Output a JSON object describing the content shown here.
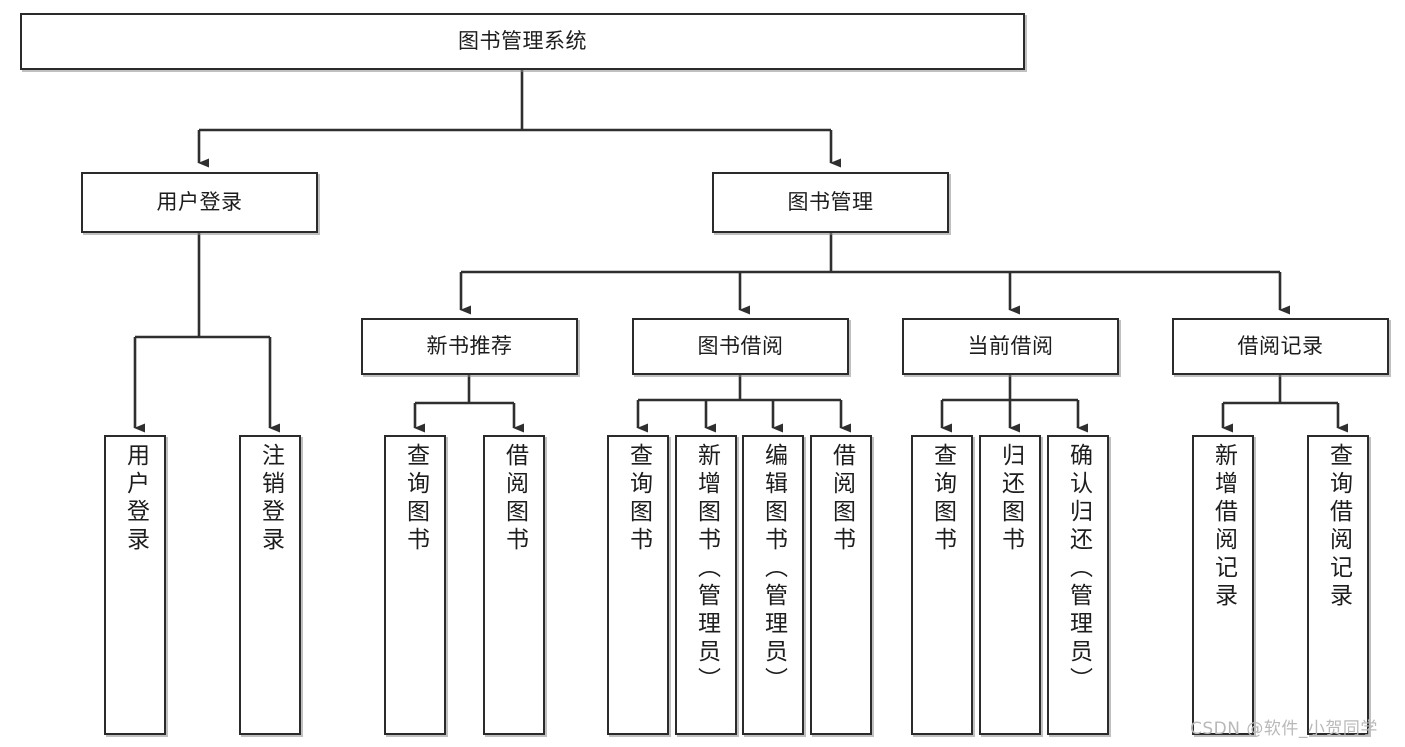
{
  "diagram": {
    "title": "图书管理系统",
    "type": "tree-hierarchy-flowchart",
    "colors": {
      "node_border": "#2b2b2b",
      "node_fill": "#ffffff",
      "edge": "#333333",
      "watermark": "#b9b9b9",
      "canvas": "#ffffff"
    },
    "nodes": {
      "root": {
        "label": "图书管理系统",
        "level": 1,
        "orientation": "horizontal"
      },
      "user_login": {
        "label": "用户登录",
        "level": 2,
        "orientation": "horizontal"
      },
      "book_manage": {
        "label": "图书管理",
        "level": 2,
        "orientation": "horizontal"
      },
      "new_book_rec": {
        "label": "新书推荐",
        "level": 3,
        "orientation": "horizontal"
      },
      "book_borrow": {
        "label": "图书借阅",
        "level": 3,
        "orientation": "horizontal"
      },
      "current_borrow": {
        "label": "当前借阅",
        "level": 3,
        "orientation": "horizontal"
      },
      "borrow_record": {
        "label": "借阅记录",
        "level": 3,
        "orientation": "horizontal"
      },
      "leaf_user_login": {
        "label": "用户登录",
        "level": 4,
        "orientation": "vertical"
      },
      "leaf_logout": {
        "label": "注销登录",
        "level": 4,
        "orientation": "vertical"
      },
      "leaf_query_book_1": {
        "label": "查询图书",
        "level": 4,
        "orientation": "vertical"
      },
      "leaf_borrow_book_1": {
        "label": "借阅图书",
        "level": 4,
        "orientation": "vertical"
      },
      "leaf_query_book_2": {
        "label": "查询图书",
        "level": 4,
        "orientation": "vertical"
      },
      "leaf_add_book": {
        "label": "新增图书（管理员）",
        "level": 4,
        "orientation": "vertical"
      },
      "leaf_edit_book": {
        "label": "编辑图书（管理员）",
        "level": 4,
        "orientation": "vertical"
      },
      "leaf_borrow_book_2": {
        "label": "借阅图书",
        "level": 4,
        "orientation": "vertical"
      },
      "leaf_query_book_3": {
        "label": "查询图书",
        "level": 4,
        "orientation": "vertical"
      },
      "leaf_return_book": {
        "label": "归还图书",
        "level": 4,
        "orientation": "vertical"
      },
      "leaf_confirm_return": {
        "label": "确认归还（管理员）",
        "level": 4,
        "orientation": "vertical"
      },
      "leaf_add_record": {
        "label": "新增借阅记录",
        "level": 4,
        "orientation": "vertical"
      },
      "leaf_query_record": {
        "label": "查询借阅记录",
        "level": 4,
        "orientation": "vertical"
      }
    },
    "edges": [
      {
        "from": "root",
        "to": "user_login"
      },
      {
        "from": "root",
        "to": "book_manage"
      },
      {
        "from": "user_login",
        "to": "leaf_user_login"
      },
      {
        "from": "user_login",
        "to": "leaf_logout"
      },
      {
        "from": "book_manage",
        "to": "new_book_rec"
      },
      {
        "from": "book_manage",
        "to": "book_borrow"
      },
      {
        "from": "book_manage",
        "to": "current_borrow"
      },
      {
        "from": "book_manage",
        "to": "borrow_record"
      },
      {
        "from": "new_book_rec",
        "to": "leaf_query_book_1"
      },
      {
        "from": "new_book_rec",
        "to": "leaf_borrow_book_1"
      },
      {
        "from": "book_borrow",
        "to": "leaf_query_book_2"
      },
      {
        "from": "book_borrow",
        "to": "leaf_add_book"
      },
      {
        "from": "book_borrow",
        "to": "leaf_edit_book"
      },
      {
        "from": "book_borrow",
        "to": "leaf_borrow_book_2"
      },
      {
        "from": "current_borrow",
        "to": "leaf_query_book_3"
      },
      {
        "from": "current_borrow",
        "to": "leaf_return_book"
      },
      {
        "from": "current_borrow",
        "to": "leaf_confirm_return"
      },
      {
        "from": "borrow_record",
        "to": "leaf_add_record"
      },
      {
        "from": "borrow_record",
        "to": "leaf_query_record"
      }
    ]
  },
  "watermark": {
    "text": "CSDN @软件_小贺同学"
  }
}
